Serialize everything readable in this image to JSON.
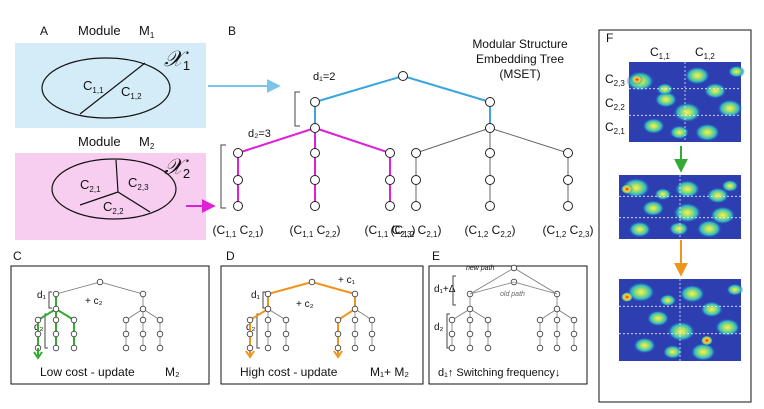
{
  "panels": {
    "a": "A",
    "b": "B",
    "c": "C",
    "d": "D",
    "e": "E",
    "f": "F"
  },
  "module1": {
    "label": "Module",
    "symbol": "M",
    "sub": "1",
    "script_x": "𝒳",
    "script_sub": "1",
    "cells": [
      {
        "c": "C",
        "sub": "1,1"
      },
      {
        "c": "C",
        "sub": "1,2"
      }
    ],
    "fill": "#d4ecf7"
  },
  "module2": {
    "label": "Module",
    "symbol": "M",
    "sub": "2",
    "script_x": "𝒳",
    "script_sub": "2",
    "cells": [
      {
        "c": "C",
        "sub": "2,1"
      },
      {
        "c": "C",
        "sub": "2,3"
      },
      {
        "c": "C",
        "sub": "2,2"
      }
    ],
    "fill": "#f7cdf0"
  },
  "tree": {
    "title": [
      "Modular Structure",
      "Embedding Tree",
      "(MSET)"
    ],
    "d1": "d₁=2",
    "d2": "d₂=3",
    "leaves": [
      {
        "a": "C",
        "as": "1,1",
        "b": "C",
        "bs": "2,1"
      },
      {
        "a": "C",
        "as": "1,1",
        "b": "C",
        "bs": "2,2"
      },
      {
        "a": "C",
        "as": "1,1",
        "b": "C",
        "bs": "2,3"
      },
      {
        "a": "C",
        "as": "1,2",
        "b": "C",
        "bs": "2,1"
      },
      {
        "a": "C",
        "as": "1,2",
        "b": "C",
        "bs": "2,2"
      },
      {
        "a": "C",
        "as": "1,2",
        "b": "C",
        "bs": "2,3"
      }
    ],
    "upper_color": "#3aa6dd",
    "lower_color": "#e020d8"
  },
  "panel_c": {
    "d1": "d₁",
    "d2": "d₂",
    "cost": "+ c₂",
    "caption": "Low cost - update",
    "module": "M₂",
    "color": "#33aa33"
  },
  "panel_d": {
    "d1": "d₁",
    "d2": "d₂",
    "cost_top": "+ c₁",
    "cost_mid": "+ c₂",
    "caption": "High cost - update",
    "module": "M₁+ M₂",
    "color": "#f0941c"
  },
  "panel_e": {
    "d1": "d₁+Δ",
    "d2": "d₂",
    "new_path": "new path",
    "old_path": "old path",
    "caption": "d₁↑ Switching frequency↓"
  },
  "panel_f": {
    "col_labels": [
      {
        "c": "C",
        "sub": "1,1"
      },
      {
        "c": "C",
        "sub": "1,2"
      }
    ],
    "row_labels": [
      {
        "c": "C",
        "sub": "2,3"
      },
      {
        "c": "C",
        "sub": "2,2"
      },
      {
        "c": "C",
        "sub": "2,1"
      }
    ],
    "arrow_green": "#33aa33",
    "arrow_orange": "#f0941c",
    "map_bg": "#2d3fb0"
  }
}
